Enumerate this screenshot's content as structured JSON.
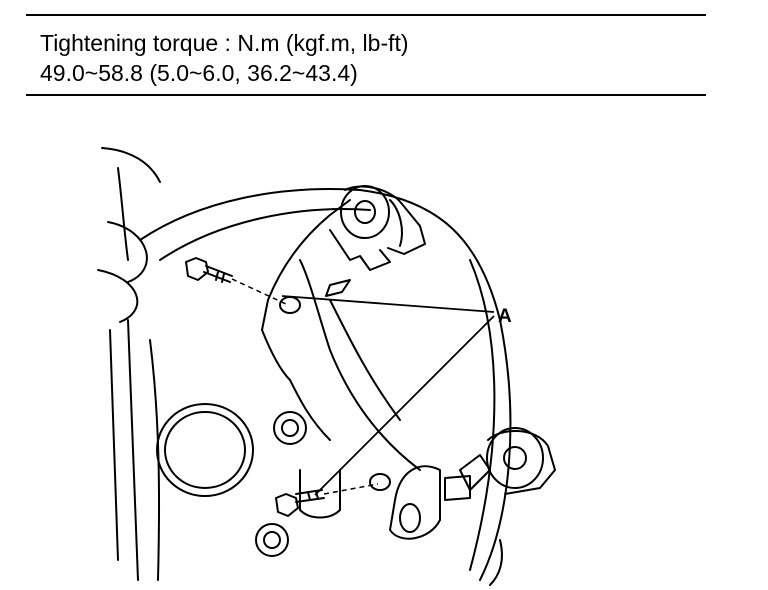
{
  "spec": {
    "torque_label": "Tightening torque : N.m (kgf.m, lb-ft)",
    "torque_value": "49.0~58.8 (5.0~6.0, 36.2~43.4)"
  },
  "figure": {
    "callout_label": "A"
  }
}
